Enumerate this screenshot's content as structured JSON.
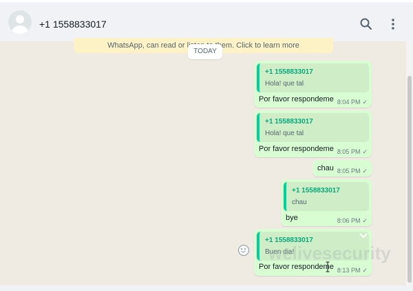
{
  "header": {
    "contact_name": "+1 1558833017"
  },
  "chat": {
    "notice_text": "WhatsApp, can read or listen to them. Click to learn more",
    "date_label": "TODAY",
    "messages": [
      {
        "quoted_name": "+1 1558833017",
        "quoted_text": "Hola! que tal",
        "text": "Por favor respondeme",
        "time": "8:04 PM"
      },
      {
        "quoted_name": "+1 1558833017",
        "quoted_text": "Hola! que tal",
        "text": "Por favor respondeme",
        "time": "8:05 PM"
      },
      {
        "text": "chau",
        "time": "8:05 PM"
      },
      {
        "quoted_name": "+1 1558833017",
        "quoted_text": "chau",
        "text": "bye",
        "time": "8:06 PM"
      },
      {
        "quoted_name": "+1 1558833017",
        "quoted_text": "Buen dia!",
        "text": "Por favor respondeme",
        "time": "8:13 PM"
      }
    ],
    "watermark": "welivesecurity"
  },
  "icons": {
    "search": "search-icon",
    "menu": "more-vertical-icon",
    "tick": "single-check-icon",
    "emoji": "emoji-icon",
    "chevron": "chevron-down-icon",
    "avatar": "default-avatar-icon"
  },
  "colors": {
    "header_bg": "#f0f2f5",
    "chat_bg": "#efeae2",
    "outgoing_bubble": "#d9fdd3",
    "quote_accent": "#06cf9c",
    "notice_bg": "#fdf1c6"
  }
}
